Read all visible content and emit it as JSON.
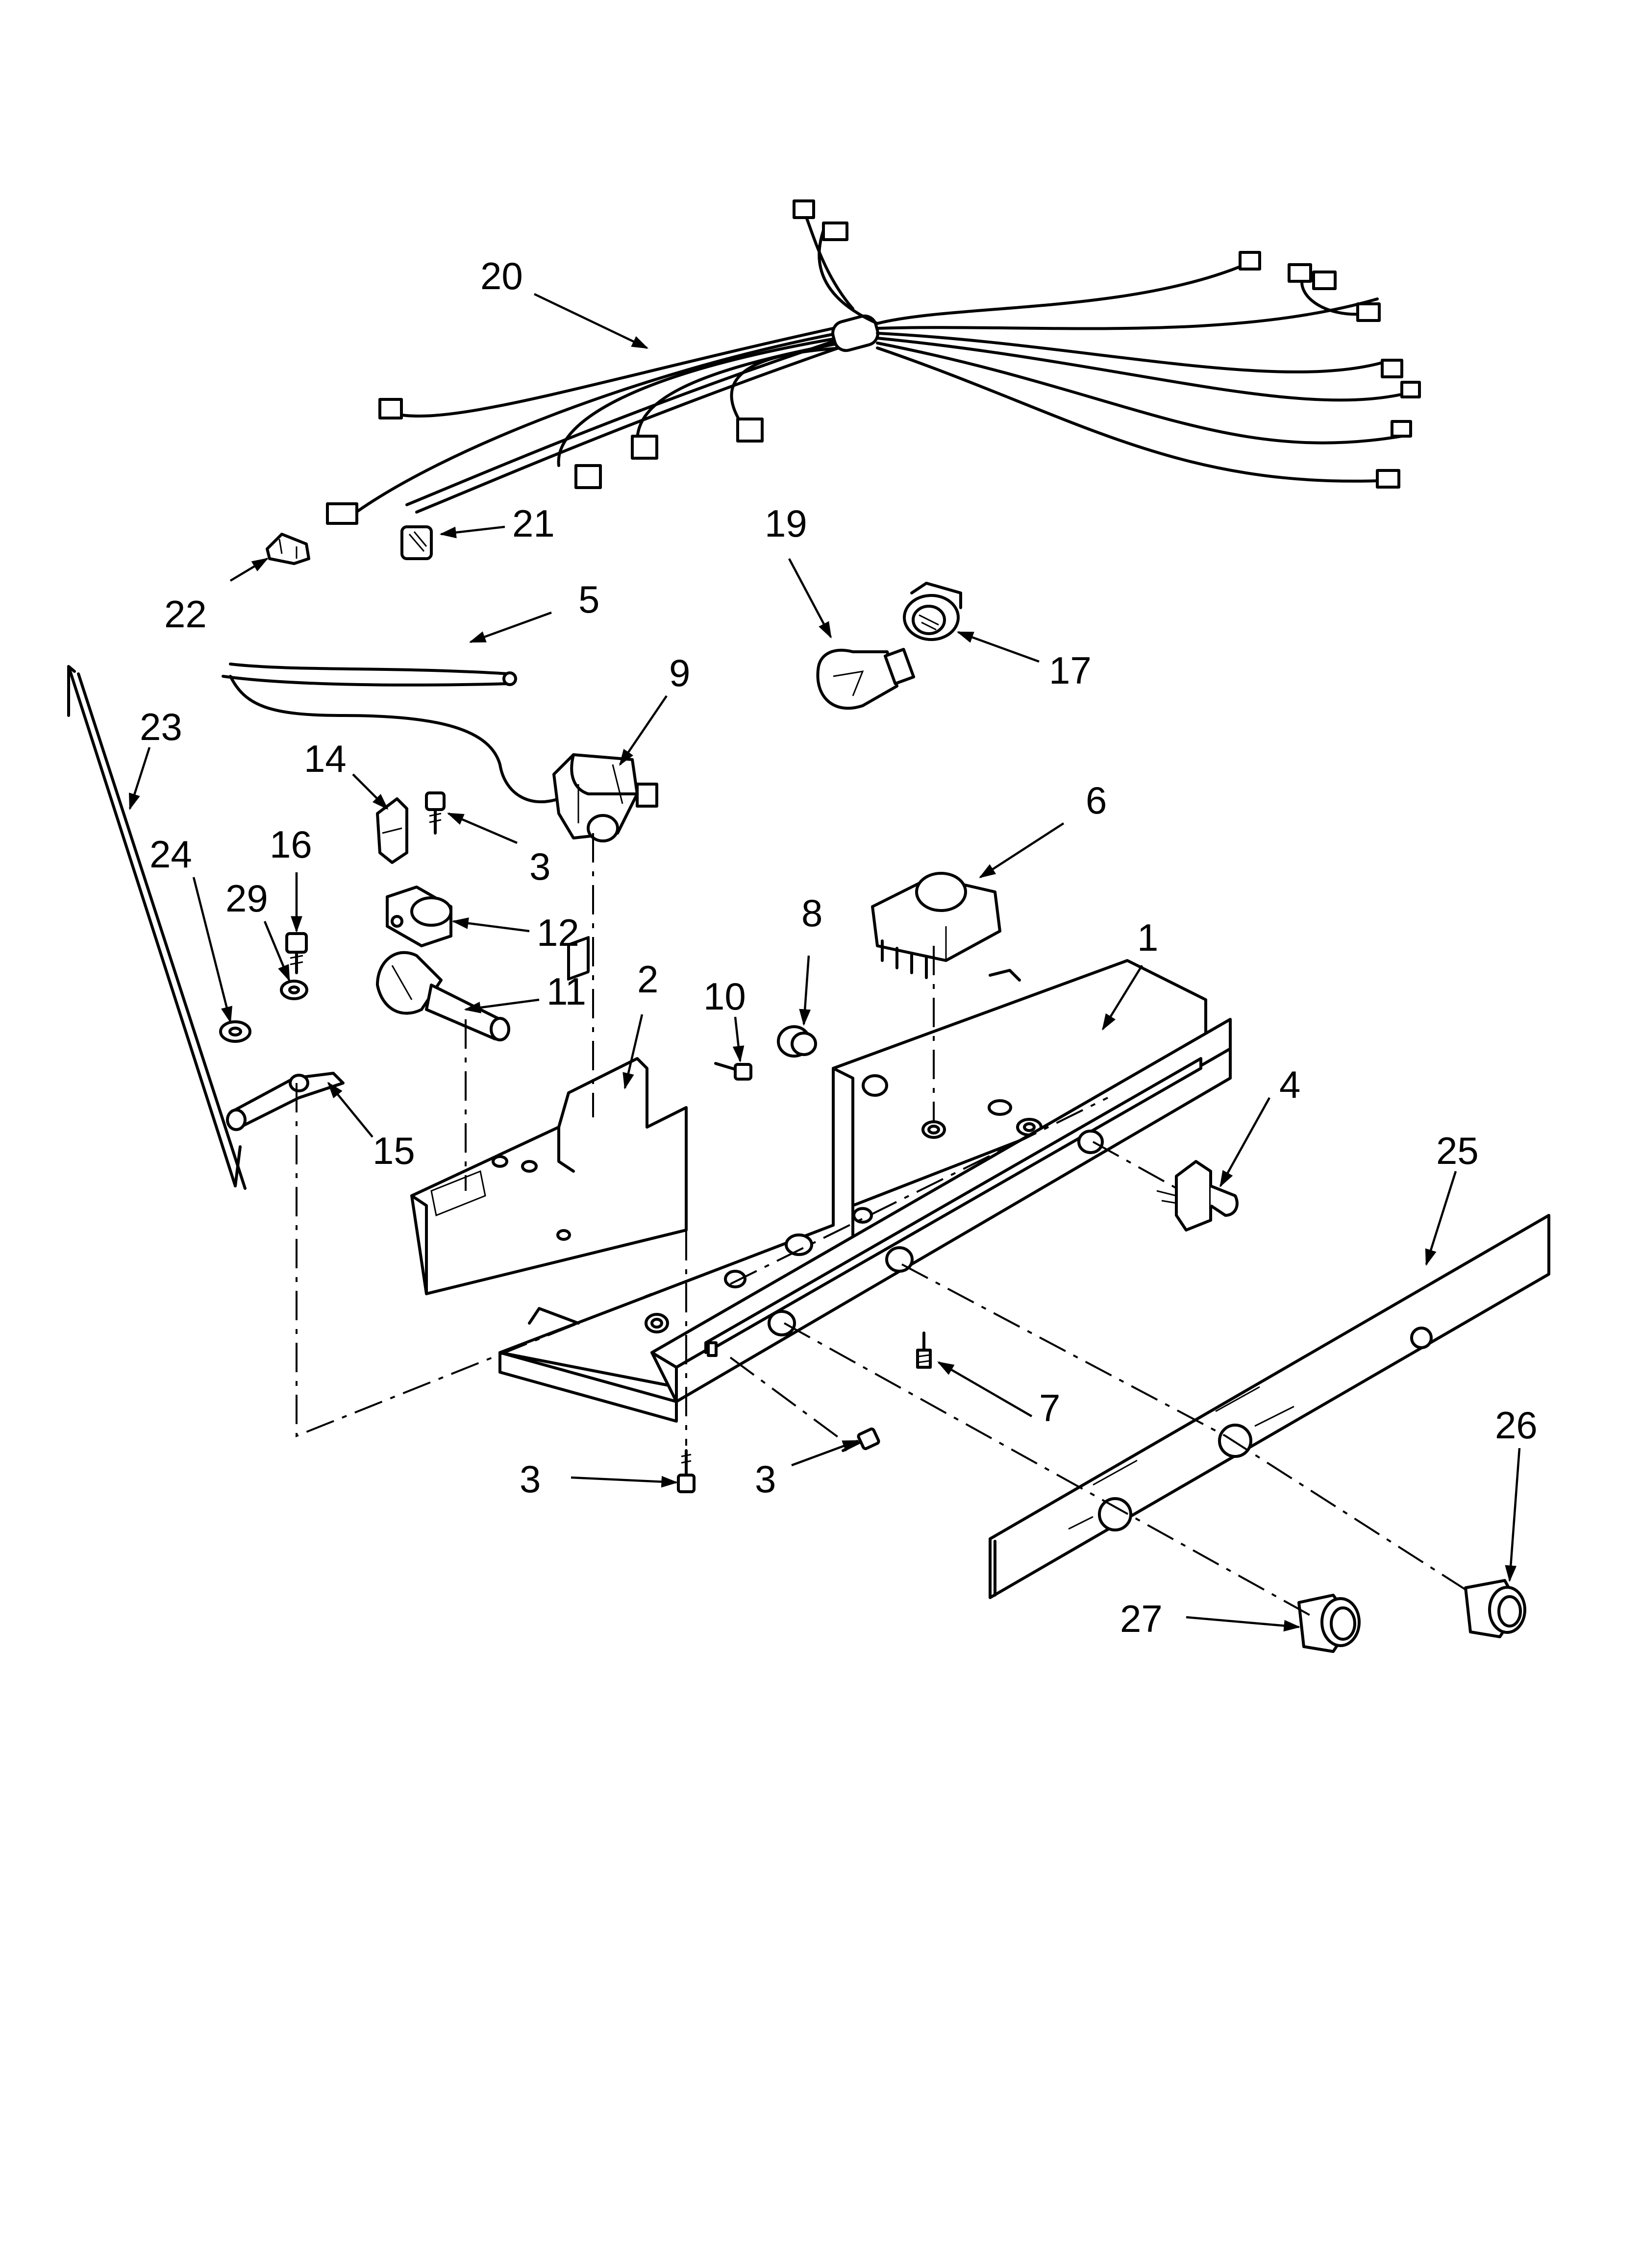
{
  "diagram": {
    "callouts": [
      {
        "id": "c20",
        "label": "20"
      },
      {
        "id": "c21",
        "label": "21"
      },
      {
        "id": "c22",
        "label": "22"
      },
      {
        "id": "c5",
        "label": "5"
      },
      {
        "id": "c19",
        "label": "19"
      },
      {
        "id": "c17",
        "label": "17"
      },
      {
        "id": "c9",
        "label": "9"
      },
      {
        "id": "c23",
        "label": "23"
      },
      {
        "id": "c14",
        "label": "14"
      },
      {
        "id": "c3a",
        "label": "3"
      },
      {
        "id": "c16",
        "label": "16"
      },
      {
        "id": "c24",
        "label": "24"
      },
      {
        "id": "c29",
        "label": "29"
      },
      {
        "id": "c12",
        "label": "12"
      },
      {
        "id": "c11",
        "label": "11"
      },
      {
        "id": "c2",
        "label": "2"
      },
      {
        "id": "c10",
        "label": "10"
      },
      {
        "id": "c8",
        "label": "8"
      },
      {
        "id": "c6",
        "label": "6"
      },
      {
        "id": "c1",
        "label": "1"
      },
      {
        "id": "c15",
        "label": "15"
      },
      {
        "id": "c4",
        "label": "4"
      },
      {
        "id": "c25",
        "label": "25"
      },
      {
        "id": "c7",
        "label": "7"
      },
      {
        "id": "c3b",
        "label": "3"
      },
      {
        "id": "c3c",
        "label": "3"
      },
      {
        "id": "c26",
        "label": "26"
      },
      {
        "id": "c27",
        "label": "27"
      }
    ]
  }
}
